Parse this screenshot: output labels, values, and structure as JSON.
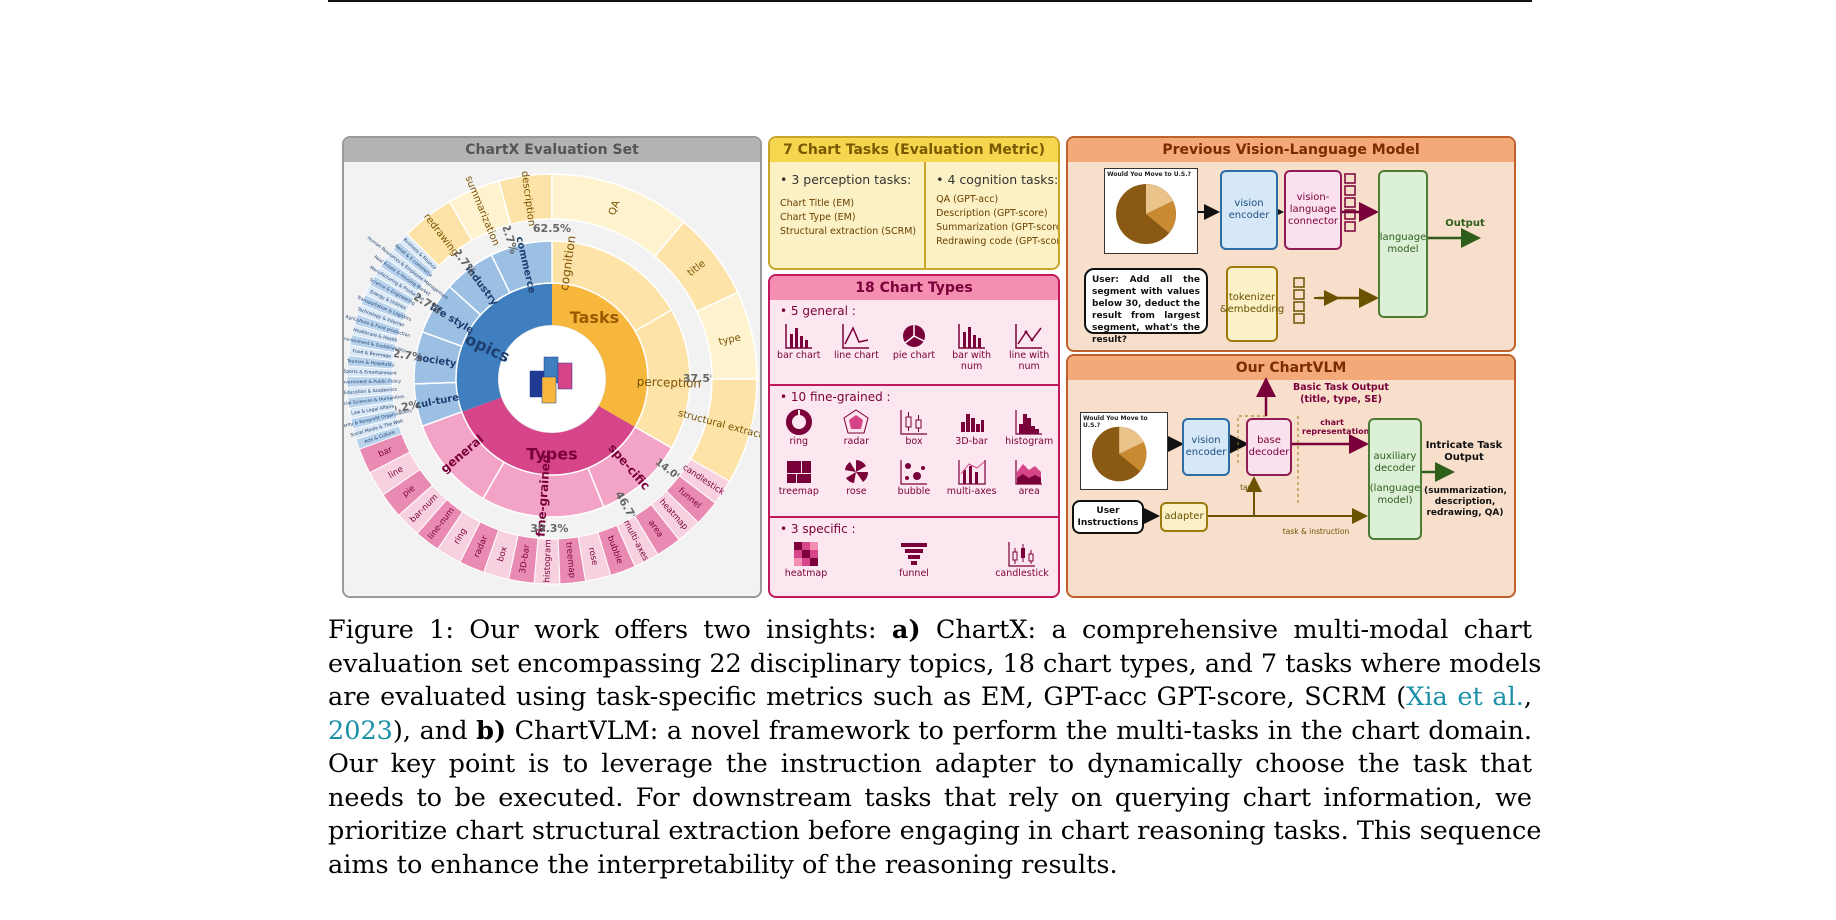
{
  "chartx": {
    "title": "ChartX Evaluation Set",
    "center": {
      "tasks": "Tasks",
      "topics": "Topics",
      "types": "Types"
    },
    "task_groups": [
      {
        "label": "cognition",
        "pct": "62.5%"
      },
      {
        "label": "perception",
        "pct": "37.5%"
      }
    ],
    "tasks": [
      "redrawing",
      "summarization",
      "description",
      "QA",
      "title",
      "type",
      "structural extraction"
    ],
    "topic_groups": [
      {
        "label": "commerce",
        "pct": "22.7%"
      },
      {
        "label": "industry",
        "pct": "22.7%"
      },
      {
        "label": "life style",
        "pct": "22.7%"
      },
      {
        "label": "society",
        "pct": "22.7%"
      },
      {
        "label": "cul-ture",
        "pct": "9.2%"
      }
    ],
    "topics": [
      "Business & Finance",
      "Retail & E-commerce",
      "Human Resources & Employee Management",
      "Real Estate & Housing Market",
      "Manufacturing & Production",
      "Science & Engineering",
      "Energy & Utilities",
      "Transportation & Logistics",
      "Technology & Internet",
      "Agriculture & Food production",
      "Healthcare & Health",
      "Environment & Sustainability",
      "Food & Beverage",
      "Tourism & Hospitality",
      "Sports & Entertainment",
      "Government & Public Policy",
      "Education & Academics",
      "Social Sciences & Humanities",
      "Law & Legal Affairs",
      "Charity & Nonprofit Organizations",
      "Social Media & The Web",
      "Arts & Culture"
    ],
    "type_groups": [
      {
        "label": "general",
        "pct": "39.3%"
      },
      {
        "label": "fine-grained",
        "pct": "46.7%"
      },
      {
        "label": "spe-cific",
        "pct": "14.0%"
      }
    ],
    "types": [
      "bar",
      "line",
      "pie",
      "bar-num",
      "line-num",
      "ring",
      "radar",
      "box",
      "3D-bar",
      "histogram",
      "treemap",
      "rose",
      "bubble",
      "multi-axes",
      "area",
      "heatmap",
      "funnel",
      "candlestick"
    ]
  },
  "tasks_panel": {
    "title": "7 Chart Tasks (Evaluation Metric)",
    "perception_head": "• 3 perception tasks:",
    "perception": [
      "Chart Title (EM)",
      "Chart Type (EM)",
      "Structural extraction (SCRM)"
    ],
    "cognition_head": "• 4 cognition tasks:",
    "cognition": [
      "QA (GPT-acc)",
      "Description (GPT-score)",
      "Summarization (GPT-score)",
      "Redrawing code (GPT-score)"
    ]
  },
  "types_panel": {
    "title": "18 Chart Types",
    "general_head": "• 5 general :",
    "general": [
      "bar chart",
      "line chart",
      "pie chart",
      "bar with num",
      "line with num"
    ],
    "fine_head": "• 10 fine-grained :",
    "fine": [
      "ring",
      "radar",
      "box",
      "3D-bar",
      "histogram",
      "treemap",
      "rose",
      "bubble",
      "multi-axes",
      "area"
    ],
    "specific_head": "• 3 specific :",
    "specific": [
      "heatmap",
      "funnel",
      "candlestick"
    ]
  },
  "prev_vlm": {
    "title": "Previous Vision-Language Model",
    "pie_title": "Would You Move to U.S.?",
    "vision_encoder": "vision encoder",
    "connector": "vision-language connector",
    "language_model": "language model",
    "output": "Output",
    "user_text": "User: Add all the segment with values below 30, deduct the result from largest segment, what's the result?",
    "tokenizer": "tokenizer &embedding"
  },
  "chartvlm": {
    "title": "Our ChartVLM",
    "pie_title": "Would You Move to U.S.?",
    "vision_encoder": "vision encoder",
    "base_decoder": "base decoder",
    "basic_output": "Basic Task Output (title, type, SE)",
    "chart_repr": "chart representation",
    "task": "task",
    "task_instruction": "task & instruction",
    "aux_decoder": "auxiliary decoder",
    "aux_sub": "(language model)",
    "intricate_head": "Intricate Task Output",
    "intricate_sub": "(summarization, description, redrawing, QA)",
    "user_instructions": "User Instructions",
    "adapter": "adapter"
  },
  "caption": {
    "l1a": "Figure 1: Our work offers two insights: ",
    "l1b": "a)",
    "l1c": " ChartX: a comprehensive multi-modal chart",
    "l2": "evaluation set encompassing 22 disciplinary topics, 18 chart types, and 7 tasks where models",
    "l3a": "are evaluated using task-specific metrics such as EM, GPT-acc GPT-score, SCRM (",
    "l3b": "Xia et al.",
    "l3c": ",",
    "l4a": "2023",
    "l4b": "), and ",
    "l4c": "b)",
    "l4d": " ChartVLM: a novel framework to perform the multi-tasks in the chart domain.",
    "l5": "Our key point is to leverage the instruction adapter to dynamically choose the task that",
    "l6": "needs to be executed. For downstream tasks that rely on querying chart information, we",
    "l7": "prioritize chart structural extraction before engaging in chart reasoning tasks. This sequence",
    "l8": "aims to enhance the interpretability of the reasoning results."
  },
  "colors": {
    "tasks": "#f6b73c",
    "topics": "#3f7fbf",
    "types": "#d6458a",
    "chartx_bg": "#f2f2f2"
  }
}
